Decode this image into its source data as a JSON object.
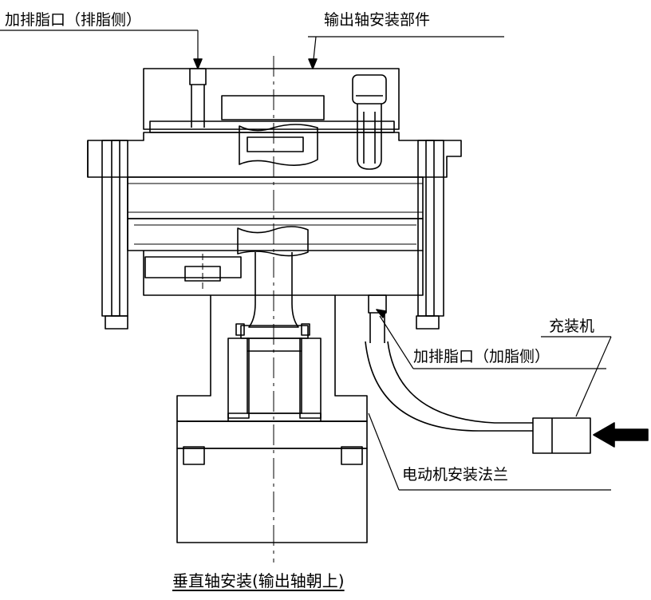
{
  "labels": {
    "drain_port_top": "加排脂口（排脂侧）",
    "output_shaft_assembly": "输出轴安装部件",
    "grease_gun": "充装机",
    "fill_port": "加排脂口（加脂侧）",
    "motor_flange": "电动机安装法兰"
  },
  "caption": "垂直轴安装(输出轴朝上)",
  "colors": {
    "line": "#000000",
    "background": "#ffffff"
  }
}
